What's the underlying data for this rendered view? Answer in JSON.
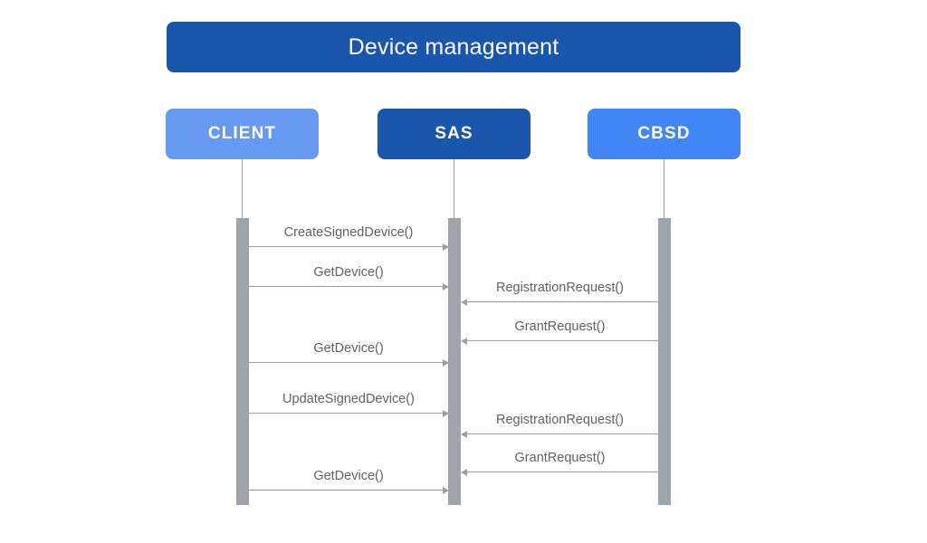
{
  "title": {
    "text": "Device management",
    "background_color": "#1a56ab",
    "text_color": "#ffffff"
  },
  "participants": [
    {
      "id": "client",
      "label": "CLIENT",
      "color": "#6699f0"
    },
    {
      "id": "sas",
      "label": "SAS",
      "color": "#1a56ab"
    },
    {
      "id": "cbsd",
      "label": "CBSD",
      "color": "#4285f4"
    }
  ],
  "messages": [
    {
      "label": "CreateSignedDevice()",
      "from": "CLIENT",
      "to": "SAS",
      "direction": "right"
    },
    {
      "label": "GetDevice()",
      "from": "CLIENT",
      "to": "SAS",
      "direction": "right"
    },
    {
      "label": "RegistrationRequest()",
      "from": "CBSD",
      "to": "SAS",
      "direction": "left"
    },
    {
      "label": "GrantRequest()",
      "from": "CBSD",
      "to": "SAS",
      "direction": "left"
    },
    {
      "label": "GetDevice()",
      "from": "CLIENT",
      "to": "SAS",
      "direction": "right"
    },
    {
      "label": "UpdateSignedDevice()",
      "from": "CLIENT",
      "to": "SAS",
      "direction": "right"
    },
    {
      "label": "RegistrationRequest()",
      "from": "CBSD",
      "to": "SAS",
      "direction": "left"
    },
    {
      "label": "GrantRequest()",
      "from": "CBSD",
      "to": "SAS",
      "direction": "left"
    },
    {
      "label": "GetDevice()",
      "from": "CLIENT",
      "to": "SAS",
      "direction": "right"
    }
  ],
  "colors": {
    "line": "#9aa0a6",
    "activation_bar": "#9fa4ab",
    "label_text": "#5f6368",
    "canvas": "#ffffff"
  }
}
